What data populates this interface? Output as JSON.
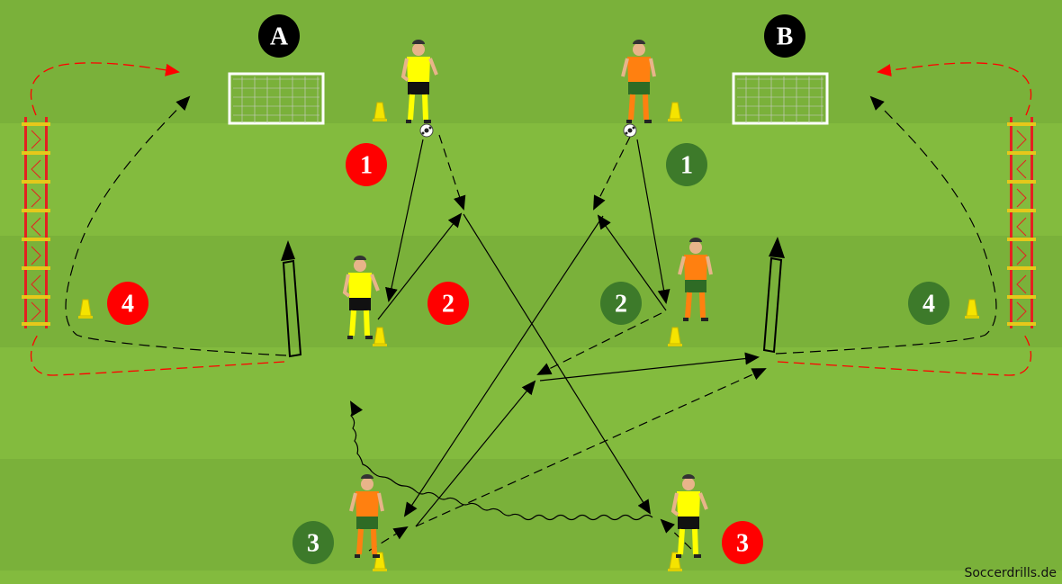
{
  "colors": {
    "field_dark": "#7ab13a",
    "field_light": "#83bb3e",
    "team_red": "#ff0000",
    "team_green": "#3d7a2a",
    "label_black": "#000000",
    "run_red": "#ff0000"
  },
  "goal_labels": {
    "a": "A",
    "b": "B"
  },
  "red_positions": [
    "1",
    "2",
    "3",
    "4"
  ],
  "green_positions": [
    "1",
    "2",
    "3",
    "4"
  ],
  "watermark": "Soccerdrills.de"
}
